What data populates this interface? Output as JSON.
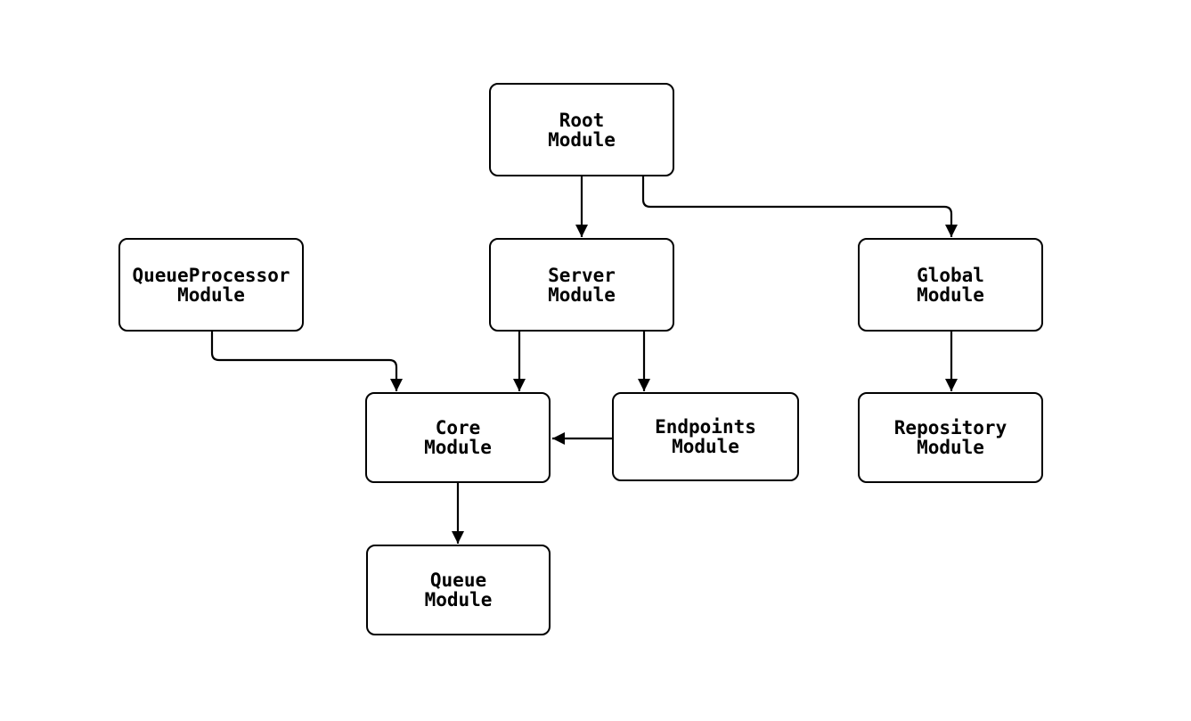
{
  "diagram": {
    "type": "flowchart",
    "background_color": "#ffffff",
    "stroke_color": "#000000",
    "text_color": "#000000",
    "node_fill_color": "#ffffff",
    "nodes": [
      {
        "id": "root",
        "line1": "Root",
        "line2": "Module"
      },
      {
        "id": "queueprocessor",
        "line1": "QueueProcessor",
        "line2": "Module"
      },
      {
        "id": "server",
        "line1": "Server",
        "line2": "Module"
      },
      {
        "id": "global",
        "line1": "Global",
        "line2": "Module"
      },
      {
        "id": "core",
        "line1": "Core",
        "line2": "Module"
      },
      {
        "id": "endpoints",
        "line1": "Endpoints",
        "line2": "Module"
      },
      {
        "id": "repository",
        "line1": "Repository",
        "line2": "Module"
      },
      {
        "id": "queue",
        "line1": "Queue",
        "line2": "Module"
      }
    ],
    "edges": [
      {
        "from": "root",
        "to": "server"
      },
      {
        "from": "root",
        "to": "global"
      },
      {
        "from": "queueprocessor",
        "to": "core"
      },
      {
        "from": "server",
        "to": "core"
      },
      {
        "from": "server",
        "to": "endpoints"
      },
      {
        "from": "endpoints",
        "to": "core"
      },
      {
        "from": "global",
        "to": "repository"
      },
      {
        "from": "core",
        "to": "queue"
      }
    ]
  }
}
